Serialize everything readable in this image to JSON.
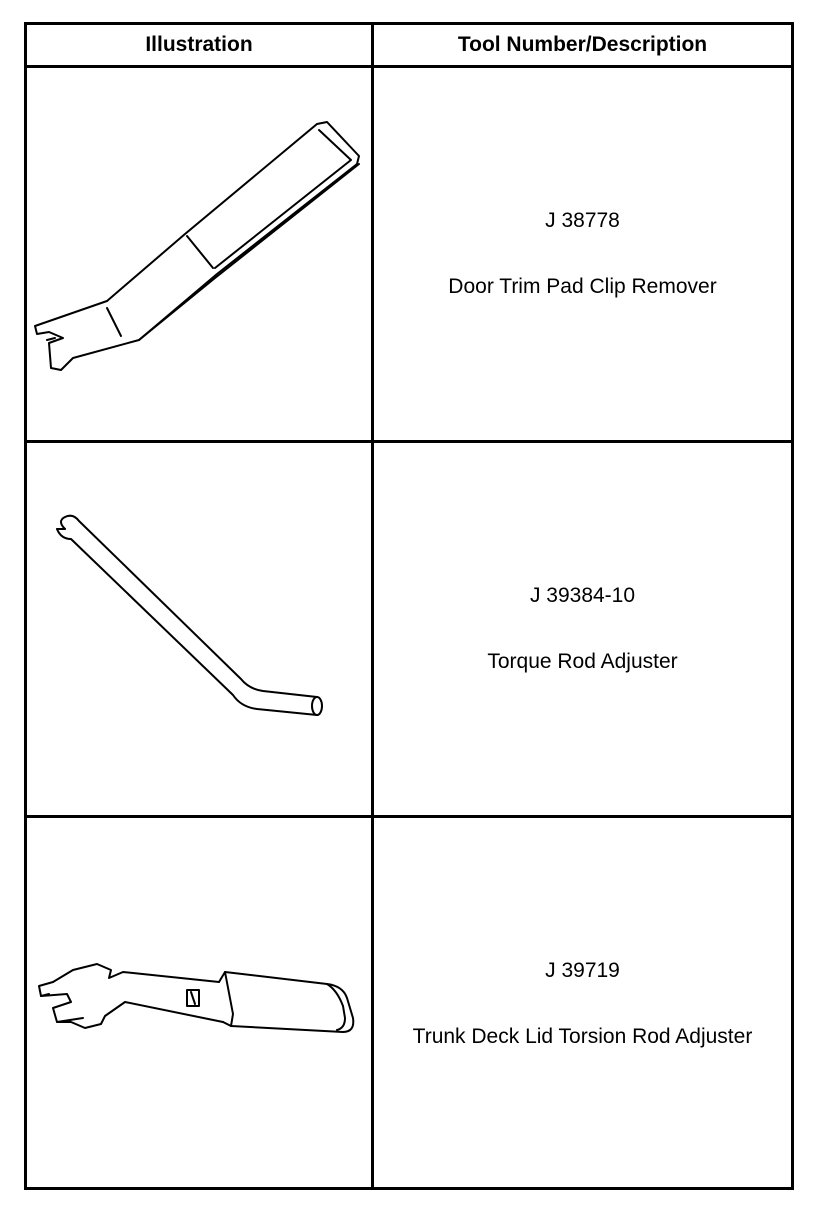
{
  "table": {
    "headers": {
      "illustration": "Illustration",
      "description": "Tool Number/Description"
    },
    "rows": [
      {
        "tool_number": "J 38778",
        "description": "Door Trim Pad Clip Remover",
        "icon": "door-trim-pad-clip-remover-icon"
      },
      {
        "tool_number": "J 39384-10",
        "description": "Torque Rod Adjuster",
        "icon": "torque-rod-adjuster-icon"
      },
      {
        "tool_number": "J 39719",
        "description": "Trunk Deck Lid Torsion Rod Adjuster",
        "icon": "torsion-rod-adjuster-icon"
      }
    ]
  }
}
